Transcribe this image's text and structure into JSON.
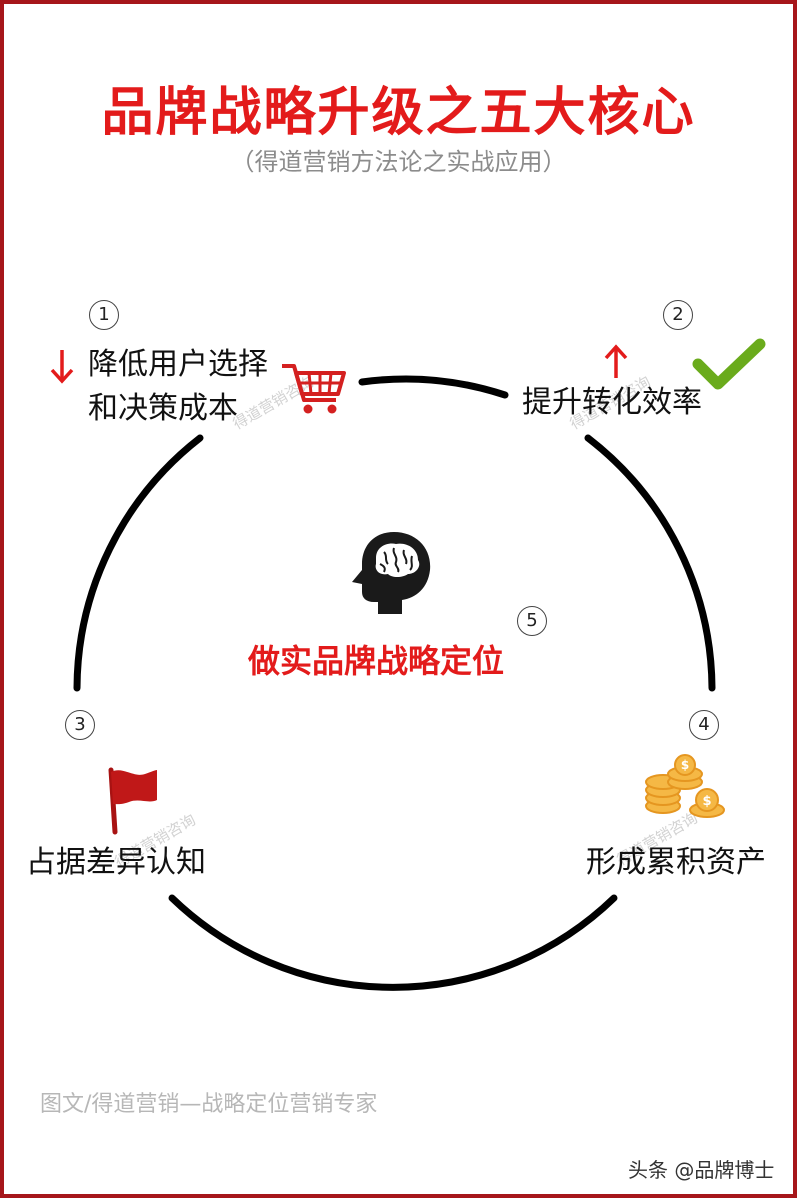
{
  "title": "品牌战略升级之五大核心",
  "subtitle": "（得道营销方法论之实战应用）",
  "items": [
    {
      "number": "1",
      "lines": [
        "降低用户选择",
        "和决策成本"
      ],
      "icon": "cart-icon",
      "indicator": "down-arrow-icon"
    },
    {
      "number": "2",
      "lines": [
        "提升转化效率"
      ],
      "icon": "checkmark-icon",
      "indicator": "up-arrow-icon"
    },
    {
      "number": "3",
      "lines": [
        "占据差异认知"
      ],
      "icon": "flag-icon"
    },
    {
      "number": "4",
      "lines": [
        "形成累积资产"
      ],
      "icon": "coins-icon"
    },
    {
      "number": "5",
      "lines": [
        "做实品牌战略定位"
      ],
      "icon": "brain-head-icon"
    }
  ],
  "watermark": "得道营销咨询",
  "footer": "图文/得道营销—战略定位营销专家",
  "brand": "头条 @品牌博士",
  "colors": {
    "accent": "#e31b1b",
    "frame": "#a6161a",
    "check": "#6aab1c",
    "coin": "#f0a830"
  }
}
